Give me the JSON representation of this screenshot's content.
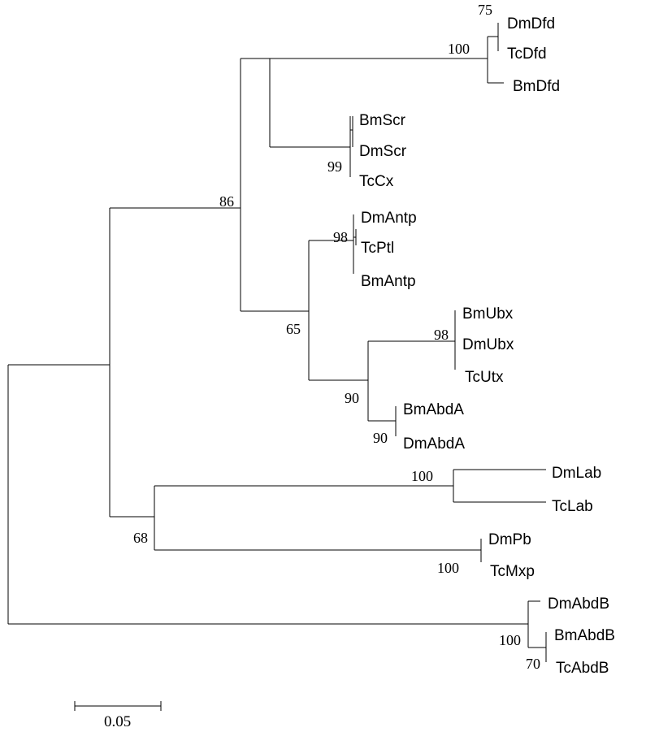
{
  "taxa": {
    "dmdfd": "DmDfd",
    "tcdfd": "TcDfd",
    "bmdfd": "BmDfd",
    "bmscr": "BmScr",
    "dmscr": "DmScr",
    "tccx": "TcCx",
    "dmantp": "DmAntp",
    "tcptl": "TcPtl",
    "bmantp": "BmAntp",
    "bmubx": "BmUbx",
    "dmubx": "DmUbx",
    "tcutx": "TcUtx",
    "bmabda": "BmAbdA",
    "dmabda": "DmAbdA",
    "dmlab": "DmLab",
    "tclab": "TcLab",
    "dmpb": "DmPb",
    "tcmxp": "TcMxp",
    "dmabdb": "DmAbdB",
    "bmabdb": "BmAbdB",
    "tcabdb": "TcAbdB"
  },
  "bootstrap": {
    "dfd_inner": "75",
    "dfd_clade": "100",
    "scr_clade": "99",
    "dfd_scr": "86",
    "antp_clade": "98",
    "ubx_clade": "98",
    "abda_clade": "90",
    "ubx_abda": "90",
    "antp_ubx_abda": "65",
    "lab_clade": "100",
    "pb_clade": "100",
    "lab_pb": "68",
    "abdb_clade": "100",
    "abdb_inner": "70"
  },
  "scale_bar": {
    "label": "0.05"
  }
}
